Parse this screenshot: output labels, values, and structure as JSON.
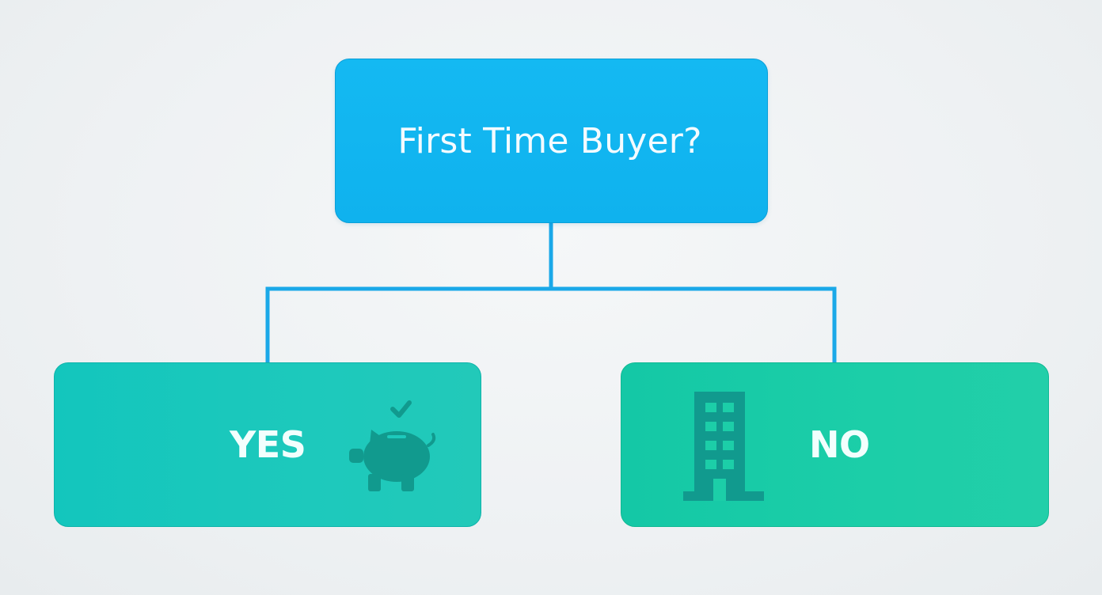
{
  "diagram": {
    "type": "decision-tree",
    "root": {
      "label": "First Time Buyer?"
    },
    "branches": [
      {
        "label": "YES",
        "icon": "piggy-bank-check-icon"
      },
      {
        "label": "NO",
        "icon": "office-building-icon"
      }
    ]
  },
  "colors": {
    "root_fill": "#14b9f2",
    "yes_fill": "#1dc9bc",
    "no_fill": "#1ccea8",
    "connector": "#1aa8e8",
    "icon_fill": "#119a8e"
  }
}
